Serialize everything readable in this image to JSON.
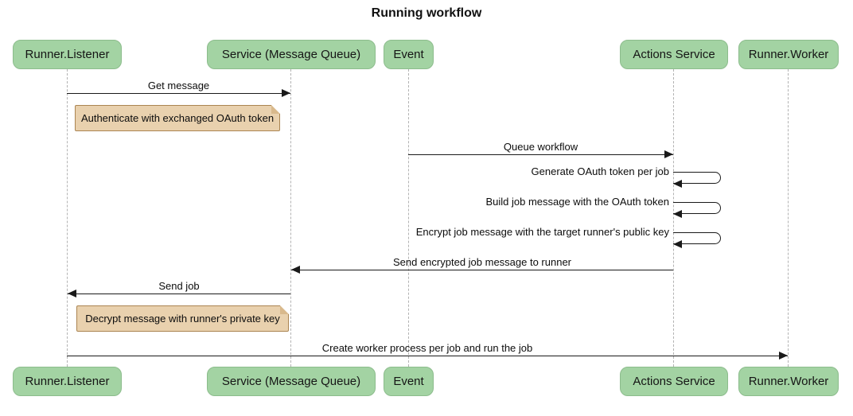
{
  "title": "Running workflow",
  "colors": {
    "actor_fill": "#a3d3a3",
    "actor_border": "#8cbc8c",
    "note_fill": "#e9d1ae",
    "note_border": "#ab8552",
    "note_fold": "#d9b98c",
    "lifeline": "#b3b3b3",
    "line": "#1a1a1a"
  },
  "actors": [
    {
      "label": "Runner.Listener"
    },
    {
      "label": "Service (Message Queue)"
    },
    {
      "label": "Event"
    },
    {
      "label": "Actions Service"
    },
    {
      "label": "Runner.Worker"
    }
  ],
  "messages": [
    {
      "kind": "arrow",
      "from": "Runner.Listener",
      "to": "Service (Message Queue)",
      "label": "Get message"
    },
    {
      "kind": "note",
      "anchor": "Runner.Listener",
      "label": "Authenticate with exchanged OAuth token"
    },
    {
      "kind": "arrow",
      "from": "Event",
      "to": "Actions Service",
      "label": "Queue workflow"
    },
    {
      "kind": "self",
      "actor": "Actions Service",
      "label": "Generate OAuth token per job"
    },
    {
      "kind": "self",
      "actor": "Actions Service",
      "label": "Build job message with the OAuth token"
    },
    {
      "kind": "self",
      "actor": "Actions Service",
      "label": "Encrypt job message with the target runner's public key"
    },
    {
      "kind": "arrow",
      "from": "Actions Service",
      "to": "Service (Message Queue)",
      "label": "Send encrypted job message to runner"
    },
    {
      "kind": "arrow",
      "from": "Service (Message Queue)",
      "to": "Runner.Listener",
      "label": "Send job"
    },
    {
      "kind": "note",
      "anchor": "Runner.Listener",
      "label": "Decrypt message with runner's private key"
    },
    {
      "kind": "arrow",
      "from": "Runner.Listener",
      "to": "Runner.Worker",
      "label": "Create worker process per job and run the job"
    }
  ]
}
